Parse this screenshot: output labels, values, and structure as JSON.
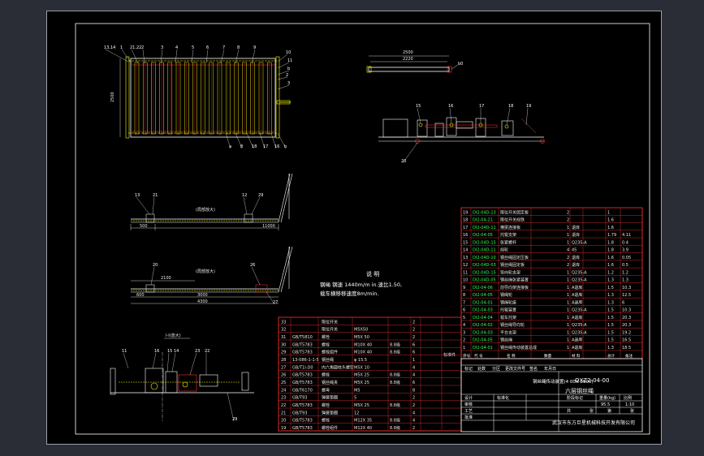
{
  "drawing": {
    "top_view": {
      "dimension_length": "2500",
      "balloons": [
        "13,14",
        "1",
        "21,22",
        "2",
        "3",
        "4",
        "5",
        "6",
        "7",
        "8",
        "9",
        "10",
        "11",
        "b",
        "2",
        "3",
        "a",
        "8",
        "18",
        "17",
        "16",
        "b"
      ]
    },
    "side_view": {
      "dimension_total": "2500",
      "dimension_inner": "2220",
      "balloon": "b0"
    },
    "end_view": {
      "balloons": [
        "15",
        "16",
        "17",
        "18",
        "19",
        "20"
      ]
    },
    "elevation_1": {
      "balloons": [
        "13",
        "21",
        "12",
        "29"
      ],
      "section_label": "(局部放大)",
      "dimensions": [
        "500",
        "11000"
      ]
    },
    "elevation_2": {
      "balloons": [
        "20",
        "26",
        "27"
      ],
      "section_label": "(局部放大)",
      "dimensions": [
        "2100",
        "600",
        "3000",
        "4300"
      ]
    },
    "detail_view": {
      "title": "I-I(放大)",
      "balloons": [
        "11",
        "16",
        "15",
        "14",
        "23",
        "22",
        "29"
      ]
    },
    "notes": {
      "heading": "说  明",
      "line1": "钢绳  钢速 1440m/m in.速比1.50,",
      "line2": "载车横移移速度8m/min."
    }
  },
  "bom_right": {
    "rows": [
      {
        "no": "19",
        "code": "DI2-04D-13",
        "name": "限位开关固定板",
        "qty": "2",
        "mat": "",
        "w": "",
        "tw": "1",
        "note": ""
      },
      {
        "no": "18",
        "code": "DI2-04-21",
        "name": "限位开关挡铁",
        "qty": "2",
        "mat": "",
        "w": "",
        "tw": "1.6",
        "note": ""
      },
      {
        "no": "17",
        "code": "DI2-04D-11",
        "name": "横梁连接板",
        "qty": "1",
        "mat": "退库",
        "w": "",
        "tw": "1.6",
        "note": ""
      },
      {
        "no": "16",
        "code": "DI2-04-05",
        "name": "托辊支架",
        "qty": "1",
        "mat": "退库",
        "w": "",
        "tw": "1.79",
        "note": "4.11"
      },
      {
        "no": "15",
        "code": "DI2-04D-15",
        "name": "张紧螺杆",
        "qty": "1",
        "mat": "Q235-A",
        "w": "",
        "tw": "1.8",
        "note": "0.4"
      },
      {
        "no": "14",
        "code": "DI2-04D-11",
        "name": "挡轮",
        "qty": "4",
        "mat": "45",
        "w": "",
        "tw": "1.8",
        "note": "3.9"
      },
      {
        "no": "13",
        "code": "DI2-04D-10",
        "name": "钢丝绳固定压板",
        "qty": "2",
        "mat": "退库",
        "w": "",
        "tw": "1.6",
        "note": "0.05"
      },
      {
        "no": "12",
        "code": "DI2-04D-03",
        "name": "钢丝绳固定板",
        "qty": "2",
        "mat": "退库",
        "w": "",
        "tw": "1.6",
        "note": "0.5"
      },
      {
        "no": "11",
        "code": "DI2-04D-15",
        "name": "导向轮支架",
        "qty": "1",
        "mat": "Q235-A",
        "w": "",
        "tw": "1.2",
        "note": "1.2"
      },
      {
        "no": "10",
        "code": "DI2-04D-05",
        "name": "钢丝绳张紧装置",
        "qty": "1",
        "mat": "Q235-A",
        "w": "",
        "tw": "1.3",
        "note": "1.3"
      },
      {
        "no": "9",
        "code": "DI2-04-06",
        "name": "前导向架连接板",
        "qty": "1",
        "mat": "A退库",
        "w": "",
        "tw": "1.5",
        "note": "10.3"
      },
      {
        "no": "8",
        "code": "DI2-04-05",
        "name": "钢绳轮",
        "qty": "1",
        "mat": "A退库",
        "w": "",
        "tw": "1.3",
        "note": "12.5"
      },
      {
        "no": "7",
        "code": "DI2-04-01",
        "name": "钢绳轮座",
        "qty": "1",
        "mat": "A退库",
        "w": "",
        "tw": "1.3",
        "note": "6"
      },
      {
        "no": "6",
        "code": "DI2-04-03",
        "name": "托辊装置",
        "qty": "1",
        "mat": "Q235-A",
        "w": "",
        "tw": "1.5",
        "note": "10.3"
      },
      {
        "no": "5",
        "code": "DI2-04-04",
        "name": "载车托架",
        "qty": "1",
        "mat": "A退库",
        "w": "",
        "tw": "1.5",
        "note": "20.3"
      },
      {
        "no": "4",
        "code": "DI2-04-02",
        "name": "钢丝绳导向轮",
        "qty": "1",
        "mat": "Q235-A",
        "w": "",
        "tw": "1.5",
        "note": "20.3"
      },
      {
        "no": "3",
        "code": "DI2-04-03",
        "name": "平台支架",
        "qty": "1",
        "mat": "Q235-A",
        "w": "",
        "tw": "1.5",
        "note": "19.2"
      },
      {
        "no": "2",
        "code": "DI2-04-05",
        "name": "钢丝绳",
        "qty": "1",
        "mat": "A退库",
        "w": "",
        "tw": "1.5",
        "note": "16.5"
      },
      {
        "no": "1",
        "code": "DI2-04-01",
        "name": "钢丝绳传动装置总成",
        "qty": "1",
        "mat": "A退库",
        "w": "",
        "tw": "1.3",
        "note": "18.5"
      }
    ],
    "header": {
      "no": "序号",
      "code": "代  号",
      "name": "名  称",
      "qty": "数量",
      "mat": "材  料",
      "w": "单件",
      "tw": "总计",
      "note": "备注"
    }
  },
  "bom_left": {
    "rows": [
      {
        "no": "33",
        "code": "",
        "name": "限位开关",
        "spec": "",
        "qty": "2",
        "note": ""
      },
      {
        "no": "32",
        "code": "",
        "name": "限位开关",
        "spec": "M5X50",
        "qty": "2",
        "note": ""
      },
      {
        "no": "31",
        "code": "GB/T5810",
        "name": "螺栓",
        "spec": "M5X 50",
        "qty": "2",
        "note": ""
      },
      {
        "no": "30",
        "code": "GB/T5783",
        "name": "螺栓",
        "spec": "M10X 40",
        "qty": "6",
        "note": "8.8级"
      },
      {
        "no": "29",
        "code": "GB/T5783",
        "name": "螺栓组件",
        "spec": "M10X 40",
        "qty": "6",
        "note": "8.8级"
      },
      {
        "no": "28",
        "code": "13-086-1-1-5",
        "name": "钢丝绳",
        "spec": "φ 15.5",
        "qty": "1",
        "note": ""
      },
      {
        "no": "27",
        "code": "GB/T1I-D0",
        "name": "内六角圆柱头螺钉",
        "spec": "M5X 10",
        "qty": "4",
        "note": ""
      },
      {
        "no": "26",
        "code": "GB/T5783",
        "name": "螺栓",
        "spec": "M5X 25",
        "qty": "4",
        "note": "8.8级"
      },
      {
        "no": "25",
        "code": "GB/T5783",
        "name": "钢丝绳夹",
        "spec": "M5X 25",
        "qty": "6",
        "note": "8.8级"
      },
      {
        "no": "24",
        "code": "GB/T6170",
        "name": "螺母",
        "spec": "M5",
        "qty": "8",
        "note": ""
      },
      {
        "no": "23",
        "code": "GB/T93",
        "name": "弹簧垫圈",
        "spec": "5",
        "qty": "2",
        "note": ""
      },
      {
        "no": "22",
        "code": "GB/T5783",
        "name": "螺栓",
        "spec": "M5X 25",
        "qty": "2",
        "note": "8.8级"
      },
      {
        "no": "21",
        "code": "GB/T93",
        "name": "弹簧垫圈",
        "spec": "12",
        "qty": "4",
        "note": ""
      },
      {
        "no": "20",
        "code": "GB/T5783",
        "name": "螺栓",
        "spec": "M12X 35",
        "qty": "4",
        "note": "8.8级"
      },
      {
        "no": "19",
        "code": "GB/T5783",
        "name": "螺栓组件",
        "spec": "M12X 40",
        "qty": "2",
        "note": "8.8级"
      }
    ],
    "side_label": "标准件"
  },
  "title_block": {
    "drawing_title": "钢丝绳传动装置(4 00X 2500)",
    "drawing_number": "QXZ2-04-00",
    "subtitle": "六层钢丝绳",
    "weight": "95.5",
    "scale": "1:10",
    "company": "武汉市东方巨星机械科技开发有限公司",
    "labels": {
      "mark": "标记",
      "count": "处数",
      "zone": "分区",
      "change_doc": "更改文件号",
      "signature": "签名",
      "date": "年月日",
      "design": "设计",
      "standardize": "标准化",
      "stage_mark": "阶段标记",
      "weight_label": "重量(kg)",
      "scale_label": "比例",
      "review": "审核",
      "process": "工艺",
      "approve": "批准",
      "sheet_total": "共",
      "sheet": "张",
      "sheet_no": "第"
    }
  }
}
